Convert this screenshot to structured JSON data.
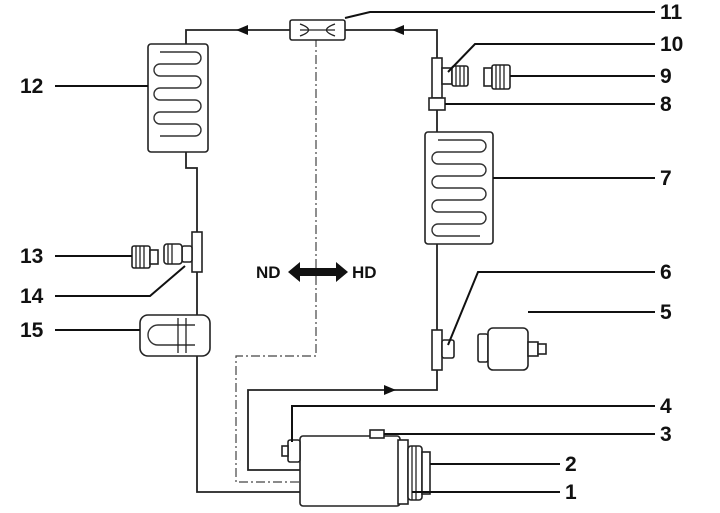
{
  "labels": {
    "c1": "1",
    "c2": "2",
    "c3": "3",
    "c4": "4",
    "c5": "5",
    "c6": "6",
    "c7": "7",
    "c8": "8",
    "c9": "9",
    "c10": "10",
    "c11": "11",
    "c12": "12",
    "c13": "13",
    "c14": "14",
    "c15": "15"
  },
  "pressure": {
    "low": "ND",
    "high": "HD"
  }
}
